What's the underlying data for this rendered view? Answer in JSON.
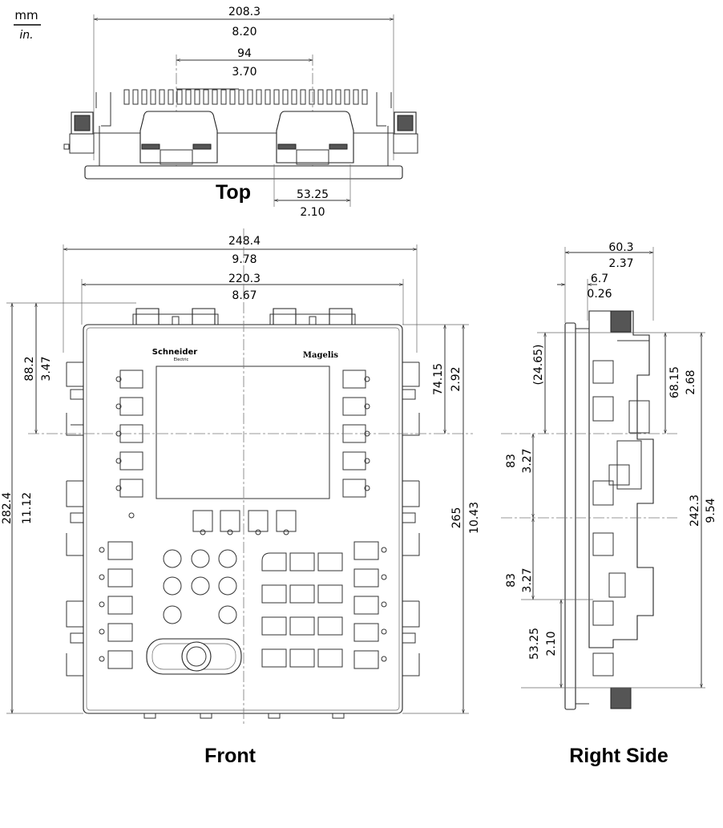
{
  "units": {
    "top": "mm",
    "bottom": "in."
  },
  "views": {
    "top": "Top",
    "front": "Front",
    "right_side": "Right Side"
  },
  "branding": {
    "maker": "Schneider",
    "maker_sub": "Electric",
    "product": "Magelis"
  },
  "dimensions": {
    "top_overall": {
      "mm": "208.3",
      "in": "8.20"
    },
    "top_connectors": {
      "mm": "94",
      "in": "3.70"
    },
    "top_connector_offset": {
      "mm": "53.25",
      "in": "2.10"
    },
    "front_overall_width": {
      "mm": "248.4",
      "in": "9.78"
    },
    "front_panel_width": {
      "mm": "220.3",
      "in": "8.67"
    },
    "front_overall_height": {
      "mm": "282.4",
      "in": "11.12"
    },
    "front_top_to_center": {
      "mm": "88.2",
      "in": "3.47"
    },
    "front_panel_top_to_center": {
      "mm": "74.15",
      "in": "2.92"
    },
    "front_panel_height": {
      "mm": "265",
      "in": "10.43"
    },
    "side_depth": {
      "mm": "60.3",
      "in": "2.37"
    },
    "side_bezel": {
      "mm": "6.7",
      "in": "0.26"
    },
    "side_ref": {
      "mm": "(24.65)"
    },
    "side_pitch_1": {
      "mm": "83",
      "in": "3.27"
    },
    "side_pitch_2": {
      "mm": "83",
      "in": "3.27"
    },
    "side_bottom": {
      "mm": "53.25",
      "in": "2.10"
    },
    "side_top_to_center": {
      "mm": "68.15",
      "in": "2.68"
    },
    "side_height": {
      "mm": "242.3",
      "in": "9.54"
    }
  }
}
